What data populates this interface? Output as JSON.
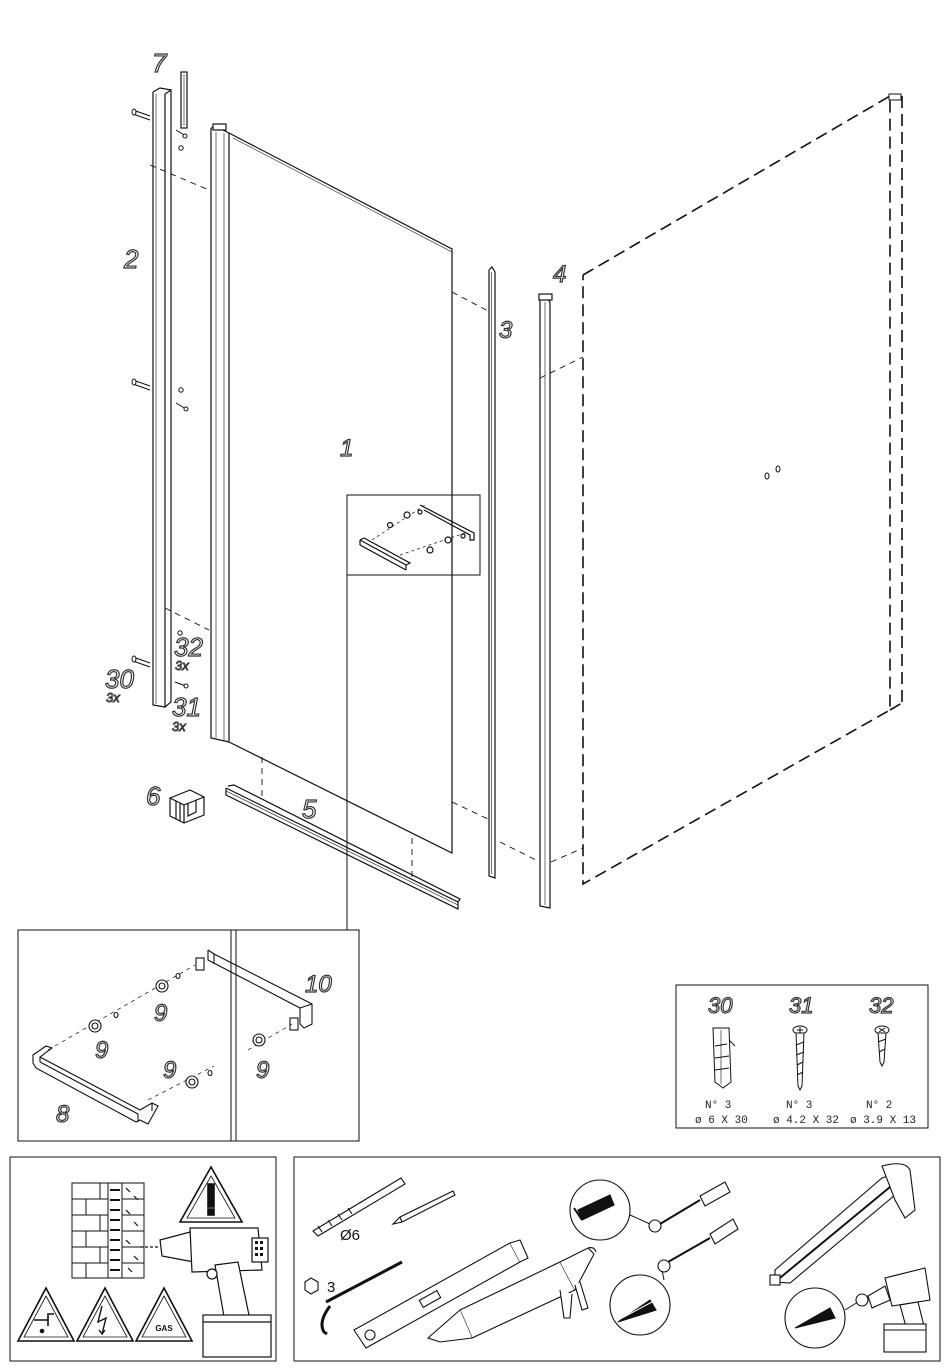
{
  "labels": {
    "glass_panel": "1",
    "wall_profile": "2",
    "side_profile_3": "3",
    "side_profile_4": "4",
    "bottom_seal": "5",
    "end_cap": "6",
    "top_cover": "7",
    "handle_8": "8",
    "handle_nut": "9",
    "handle_10": "10",
    "dowel": "30",
    "screw_long": "31",
    "screw_short": "32",
    "qty_30": "3x",
    "qty_31": "3x",
    "qty_32": "3x"
  },
  "hardware_table": {
    "items": [
      {
        "id": "30",
        "qty": "N° 3",
        "size": "ø 6 X 30"
      },
      {
        "id": "31",
        "qty": "N° 3",
        "size": "ø 4.2 X 32"
      },
      {
        "id": "32",
        "qty": "N° 2",
        "size": "ø 3.9 X 13"
      }
    ]
  },
  "tools": {
    "drill_bit": "Ø6",
    "hex_key": "3"
  },
  "warnings": {
    "gas": "GAS"
  }
}
